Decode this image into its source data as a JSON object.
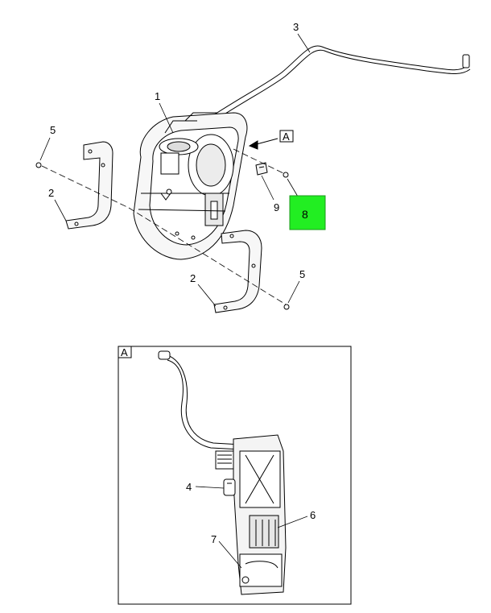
{
  "callouts": {
    "c1": "1",
    "c2a": "2",
    "c2b": "2",
    "c3": "3",
    "c4": "4",
    "c5a": "5",
    "c5b": "5",
    "c6": "6",
    "c7": "7",
    "c8": "8",
    "c9": "9"
  },
  "view_label": "A",
  "detail_label": "A",
  "colors": {
    "highlight": "#22ee22",
    "line": "#000000",
    "part_fill": "#f4f4f4"
  }
}
